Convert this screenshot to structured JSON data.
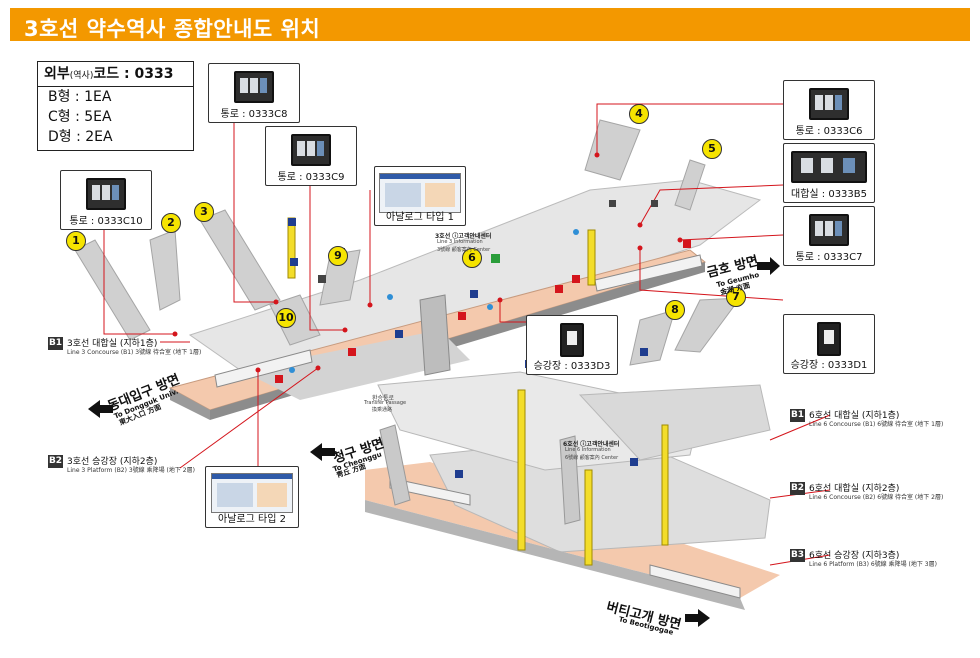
{
  "header": {
    "title": "3호선 약수역사 종합안내도 위치"
  },
  "device_count": {
    "heading": "외부",
    "heading_small": "(역사)",
    "heading_code": "코드 : 0333",
    "lines": [
      "B형 : 1EA",
      "C형 : 5EA",
      "D형 : 2EA"
    ]
  },
  "callouts": {
    "c8": "통로 : 0333C8",
    "c9": "통로 : 0333C9",
    "c10": "통로 : 0333C10",
    "analog1": "아날로그 타입 1",
    "analog2": "아날로그 타입 2",
    "c6": "통로 : 0333C6",
    "b5": "대합실 : 0333B5",
    "c7": "통로 : 0333C7",
    "d3": "승강장 : 0333D3",
    "d1": "승강장 : 0333D1"
  },
  "exits": [
    "1",
    "2",
    "3",
    "4",
    "5",
    "6",
    "7",
    "8",
    "9",
    "10"
  ],
  "directions": {
    "geumho": "금호 방면",
    "geumho_en": "To Geumho",
    "geumho_cn": "金湖 方面",
    "dongguk": "동대입구 방면",
    "dongguk_en": "To Dongguk Univ.",
    "dongguk_cn": "東大入口 方面",
    "cheonggu": "청구 방면",
    "cheonggu_en": "To Cheonggu",
    "cheonggu_cn": "靑丘 方面",
    "beotigogae": "버티고개 방면",
    "beotigogae_en": "To Beotigogae"
  },
  "levels": {
    "l3_b1_tag": "B1",
    "l3_b1": "3호선 대합실 (지하1층)",
    "l3_b1_sub": "Line 3 Concourse (B1) 3號線 待合室 (地下 1層)",
    "l3_b2_tag": "B2",
    "l3_b2": "3호선 승강장 (지하2층)",
    "l3_b2_sub": "Line 3 Platform (B2) 3號線 乘降場 (地下 2層)",
    "l6_b1_tag": "B1",
    "l6_b1": "6호선 대합실 (지하1층)",
    "l6_b1_sub": "Line 6 Concourse (B1) 6號線 待合室 (地下 1層)",
    "l6_b2_tag": "B2",
    "l6_b2": "6호선 대합실 (지하2층)",
    "l6_b2_sub": "Line 6 Concourse (B2) 6號線 待合室 (地下 2層)",
    "l6_b3_tag": "B3",
    "l6_b3": "6호선 승강장 (지하3층)",
    "l6_b3_sub": "Line 6 Platform (B3) 6號線 乘降場 (地下 3層)"
  },
  "info_centers": {
    "line3": "3호선 ⓘ고객안내센터",
    "line3_en": "Line 3 Information",
    "line3_sub": "3號線 顧客案內 Center",
    "line6": "6호선 ⓘ고객안내센터",
    "line6_en": "Line 6 Information",
    "line6_sub": "6號線 顧客案內 Center",
    "transfer": "환승통로",
    "transfer_en": "Transfer Passage",
    "transfer_cn": "換乘通路"
  },
  "colors": {
    "header": "#f39800",
    "platform": "#f4c9ad",
    "floor": "#e2e2e2",
    "wall": "#c8c8c8",
    "pillar": "#f3dd2a",
    "leader": "#d4151c",
    "exit_bubble": "#f6e400"
  }
}
